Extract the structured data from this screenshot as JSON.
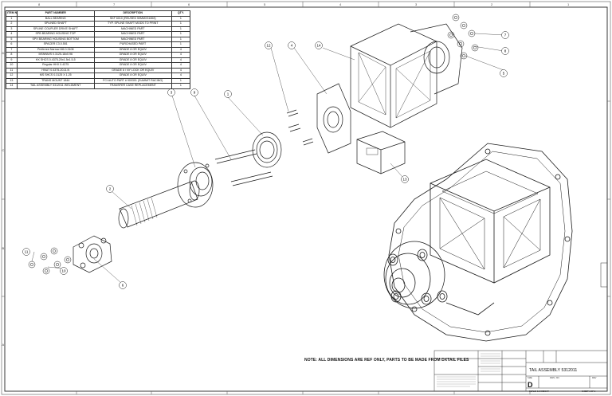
{
  "bom": {
    "headers": [
      "ITEM NO.",
      "PART NUMBER",
      "DESCRIPTION",
      "QTY."
    ],
    "rows": [
      [
        "1",
        "BALL BEARING",
        "SKF 6010 (REUSED 50MMX31MM)",
        "1"
      ],
      [
        "2",
        "SPLINED SHAFT",
        "TYP. SPLINE SHAFT MODS TO PRINT",
        "1"
      ],
      [
        "3",
        "SPLINE COUPLER DRIVE SHAFT",
        "MACHINED PART",
        "1"
      ],
      [
        "4",
        "SPB BEARING HOUSING TOP",
        "MACHINED PART",
        "1"
      ],
      [
        "5",
        "SPX BEARING HOUSING BOTTOM",
        "MACHINED PART",
        "1"
      ],
      [
        "6",
        "SPACER C3.0.551",
        "PURCHASED PART",
        "1"
      ],
      [
        "7",
        "Preferred Narrow M6 0.3108",
        "GRADE 8 OR EQUIV",
        "4"
      ],
      [
        "8",
        "MSNNN/S 0.3125-18x0.96",
        "GRADE 8 OR EQUIV",
        "4"
      ],
      [
        "9",
        "HX SHCS 0.4375-20x1.5x1.5-5",
        "GRADE 8 OR EQUIV",
        "4"
      ],
      [
        "10",
        "Regular HHX 0.4375",
        "GRADE 8 OR EQUIV",
        "4"
      ],
      [
        "11",
        "HNUT 0.4375-20-D-N",
        "GRADE 8 / NY LOCK OR EQUIV",
        "4"
      ],
      [
        "12",
        "MS SHCS 0.3125 X 1.25",
        "GRADE 8 OR EQUIV",
        "4"
      ],
      [
        "13",
        "TRANS MOUNT 1844",
        "FCI AUTO PART # 900301 (SUMMIT RACING)",
        "1"
      ],
      [
        "14",
        "TAIL ASSEMBLY 5312011 WELDMENT",
        "TRANSFER CASE REPLACEMENT",
        "1"
      ]
    ]
  },
  "note": "NOTE: ALL DIMENSIONS ARE REF ONLY, PARTS TO BE MADE FROM DXTAIL FILES",
  "title_block": {
    "title": "TAIL ASSEMBLY 5312011",
    "size": "D",
    "dwg_no_label": "DWG. NO.",
    "size_label": "SIZE",
    "rev_label": "REV",
    "scale": "SCALE: 1:2   WEIGHT:",
    "sheet": "SHEET 1 OF 1"
  },
  "callouts": [
    "1",
    "2",
    "3",
    "4",
    "5",
    "6",
    "7",
    "8",
    "9",
    "10",
    "11",
    "12",
    "13",
    "14"
  ],
  "zones_top": [
    "8",
    "7",
    "6",
    "5",
    "4",
    "3",
    "2",
    "1"
  ],
  "zones_side": [
    "D",
    "C",
    "B",
    "A"
  ]
}
